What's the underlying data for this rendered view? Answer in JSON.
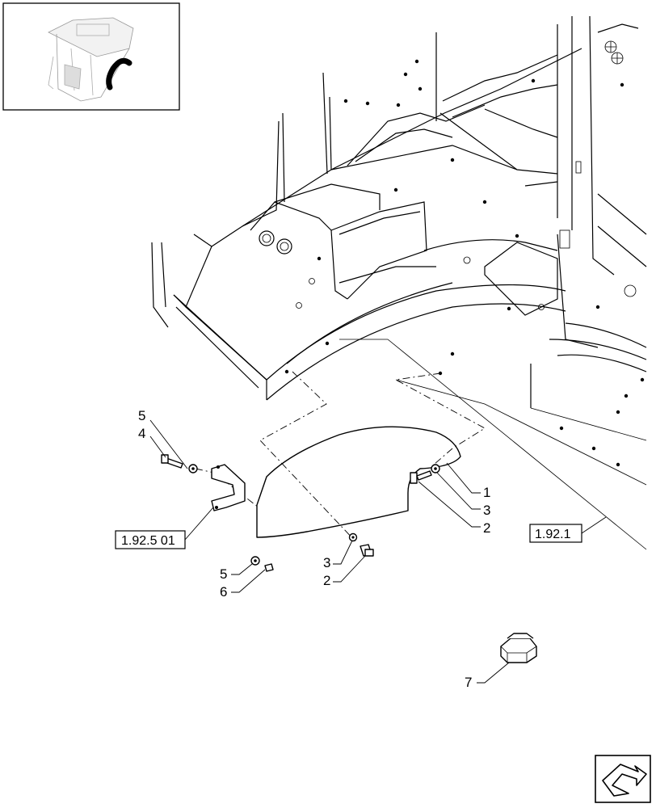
{
  "callouts": [
    {
      "id": "c5a",
      "text": "5"
    },
    {
      "id": "c4",
      "text": "4"
    },
    {
      "id": "c1",
      "text": "1"
    },
    {
      "id": "c3a",
      "text": "3"
    },
    {
      "id": "c2a",
      "text": "2"
    },
    {
      "id": "c3b",
      "text": "3"
    },
    {
      "id": "c2b",
      "text": "2"
    },
    {
      "id": "c5b",
      "text": "5"
    },
    {
      "id": "c6",
      "text": "6"
    },
    {
      "id": "c7",
      "text": "7"
    }
  ],
  "references": {
    "left": "1.92.5 01",
    "right": "1.92.1"
  },
  "icons": {
    "thumbnail": "tractor-cab-thumbnail-icon",
    "navigation": "next-page-arrow-icon"
  }
}
